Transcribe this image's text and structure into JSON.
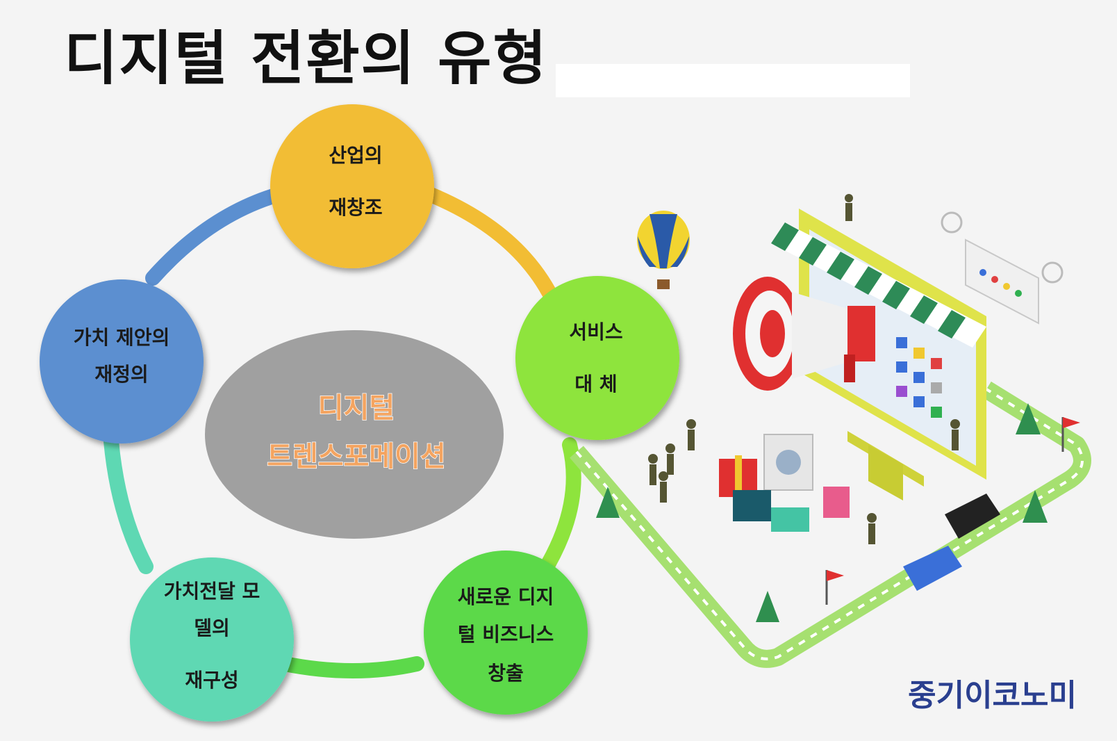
{
  "title": "디지털 전환의 유형",
  "center": {
    "lines": [
      "디지털",
      "트렌스포메이션"
    ]
  },
  "nodes": [
    {
      "id": "industry",
      "lines": [
        "산업의",
        "재창조"
      ],
      "color": "#f2bd34"
    },
    {
      "id": "service",
      "lines": [
        "서비스",
        "대 체"
      ],
      "color": "#8ee43d"
    },
    {
      "id": "business",
      "lines": [
        "새로운 디지",
        "털 비즈니스",
        "창출"
      ],
      "color": "#5cd94a"
    },
    {
      "id": "delivery",
      "lines": [
        "가치전달 모",
        "델의",
        "재구성"
      ],
      "color": "#5ed8b3"
    },
    {
      "id": "proposal",
      "lines": [
        "가치 제안의",
        "재정의"
      ],
      "color": "#5b8fd0"
    }
  ],
  "brand": "중기이코노미"
}
